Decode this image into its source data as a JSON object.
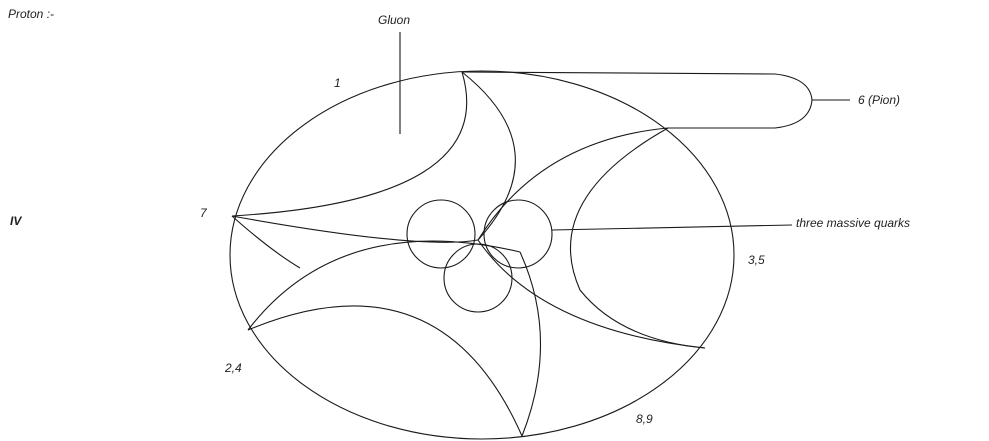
{
  "title": "Proton :-",
  "section_label": "IV",
  "labels": {
    "gluon": "Gluon",
    "pion": "6 (Pion)",
    "quarks": "three massive quarks",
    "region_1": "1",
    "region_7": "7",
    "region_2_4": "2,4",
    "region_3_5": "3,5",
    "region_8_9": "8,9"
  },
  "colors": {
    "line": "#1a1a1a",
    "text": "#222222",
    "background": "#ffffff"
  }
}
